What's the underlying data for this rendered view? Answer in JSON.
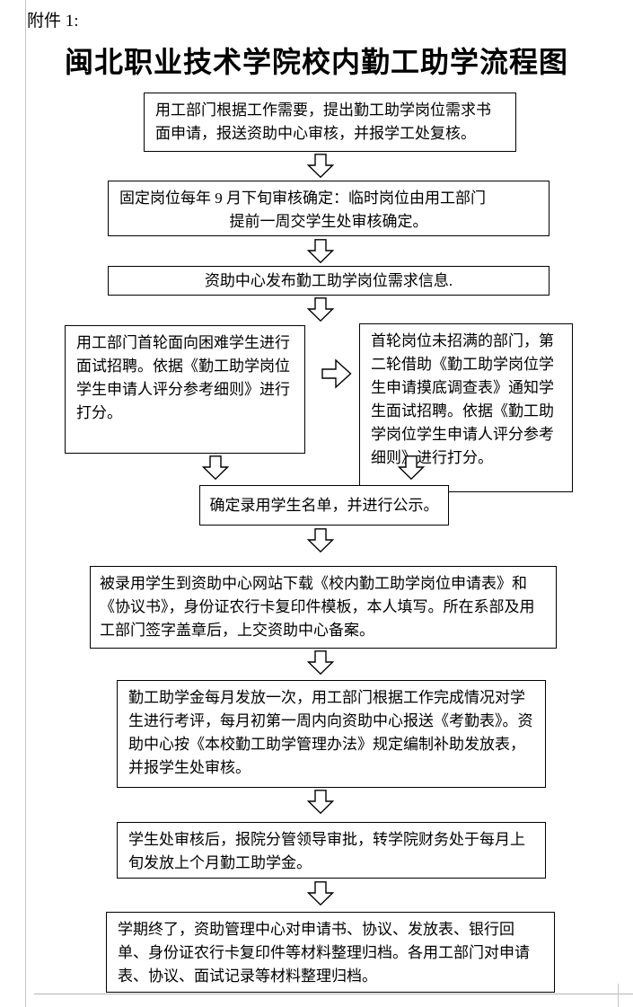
{
  "page": {
    "attachment_label": "附件 1:",
    "title": "闽北职业技术学院校内勤工助学流程图"
  },
  "colors": {
    "box_border": "#000000",
    "background": "#ffffff"
  },
  "flow": {
    "step1": "用工部门根据工作需要，提出勤工助学岗位需求书面申请，报送资助中心审核，并报学工处复核。",
    "step2_line1": "固定岗位每年 9 月下旬审核确定：临时岗位由用工部门",
    "step2_line2": "提前一周交学生处审核确定。",
    "step3": "资助中心发布勤工助学岗位需求信息.",
    "step4_left": "用工部门首轮面向困难学生进行面试招聘。依据《勤工助学岗位学生申请人评分参考细则》进行打分。",
    "step4_right": "首轮岗位未招满的部门，第二轮借助《勤工助学岗位学生申请摸底调查表》通知学生面试招聘。依据《勤工助学岗位学生申请人评分参考细则》进行打分。",
    "step5": "确定录用学生名单，并进行公示。",
    "step6": "被录用学生到资助中心网站下载《校内勤工助学岗位申请表》和《协议书》，身份证农行卡复印件模板，本人填写。所在系部及用工部门签字盖章后，上交资助中心备案。",
    "step7": "勤工助学金每月发放一次，用工部门根据工作完成情况对学生进行考评，每月初第一周内向资助中心报送《考勤表》。资助中心按《本校勤工助学管理办法》规定编制补助发放表，并报学生处审核。",
    "step8": "学生处审核后，报院分管领导审批，转学院财务处于每月上旬发放上个月勤工助学金。",
    "step9": "学期终了，资助管理中心对申请书、协议、发放表、银行回单、身份证农行卡复印件等材料整理归档。各用工部门对申请表、协议、面试记录等材料整理归档。"
  }
}
